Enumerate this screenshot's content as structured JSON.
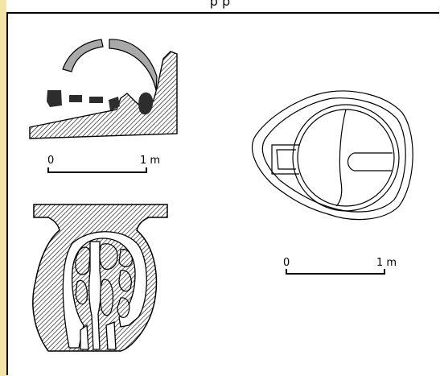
{
  "header": {
    "caption_fragment": "p      p"
  },
  "scale_bars": [
    {
      "start_label": "0",
      "end_label": "1 m"
    },
    {
      "start_label": "0",
      "end_label": "1 m"
    }
  ],
  "colors": {
    "hatch": "#000000",
    "arch_gray": "#a9a9a9",
    "blocks": "#2d2d2d",
    "side_strip": "#f3e4a8"
  }
}
